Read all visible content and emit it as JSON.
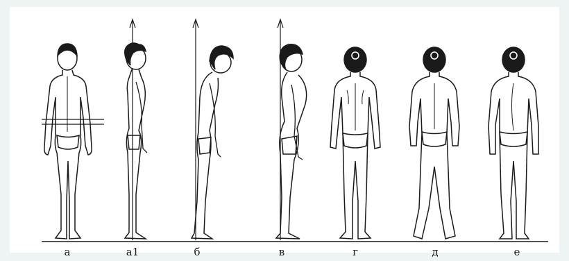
{
  "figures": [
    {
      "label": "а",
      "view": "front"
    },
    {
      "label": "а1",
      "view": "side-normal"
    },
    {
      "label": "б",
      "view": "side-stoop"
    },
    {
      "label": "в",
      "view": "side-hyperlordosis"
    },
    {
      "label": "г",
      "view": "back"
    },
    {
      "label": "д",
      "view": "back-flat-feet"
    },
    {
      "label": "е",
      "view": "back-scoliosis"
    }
  ],
  "colors": {
    "line": "#1a1a1a",
    "hair": "#1a1a1a",
    "paper": "#ffffff",
    "bg": "#eef3f3"
  }
}
